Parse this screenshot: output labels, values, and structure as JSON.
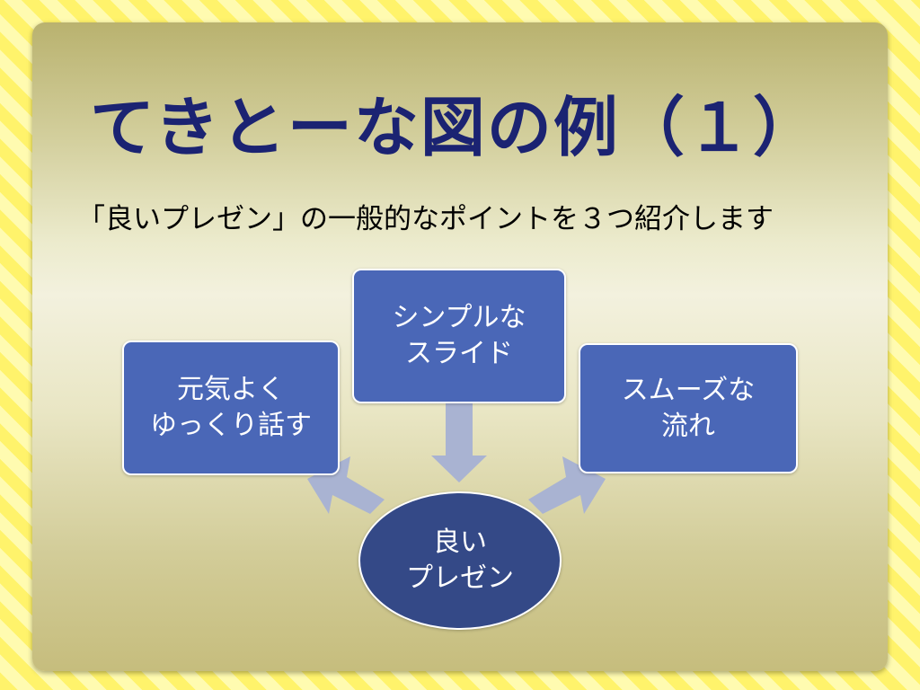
{
  "slide": {
    "title": "てきとーな図の例（１）",
    "subtitle": "「良いプレゼン」の一般的なポイントを３つ紹介します"
  },
  "diagram": {
    "inputs": [
      {
        "line1": "元気よく",
        "line2": "ゆっくり話す"
      },
      {
        "line1": "シンプルな",
        "line2": "スライド"
      },
      {
        "line1": "スムーズな",
        "line2": "流れ"
      }
    ],
    "result": {
      "line1": "良い",
      "line2": "プレゼン"
    }
  },
  "colors": {
    "background_stripe": "#fff36b",
    "title": "#1b2372",
    "box_fill": "#4a67b7",
    "result_fill": "#344987",
    "arrow_fill": "#a9b3d2"
  }
}
